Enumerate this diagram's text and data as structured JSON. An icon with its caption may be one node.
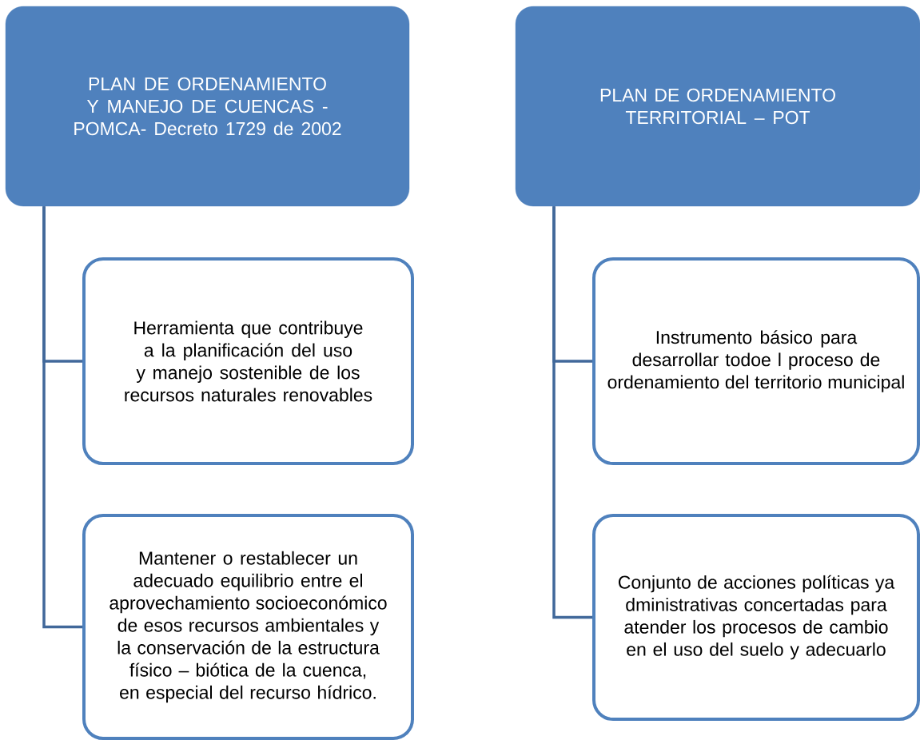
{
  "diagram": {
    "nodes": [
      {
        "text": [
          "PLAN DE ORDENAMIENTO Y MANEJO DE CUENCAS -POMCA- Decreto 1729 de 2002"
        ]
      },
      {
        "text": [
          "Herramienta que contribuye a la planificación del uso y manejo sostenible de los recursos naturales renovables"
        ]
      },
      {
        "text": [
          "Mantener o restablecer un adecuado equilibrio entre el aprovechamiento socioeconómico de esos recursos ambientales y la conservación de la estructura físico – biótica de la cuenca, en especial del recurso hídrico."
        ]
      },
      {
        "text": [
          "PLAN DE ORDENAMIENTO TERRITORIAL – POT"
        ]
      },
      {
        "text": [
          "Instrumento básico para desarrollar todoe l proceso de ordenamiento del territorio municipal"
        ]
      },
      {
        "text": [
          "Conjunto de acciones políticas ya dministrativas concertadas para atender los procesos de cambio en el uso del suelo y adecuarlo"
        ]
      }
    ],
    "edges": [
      {
        "from": 0,
        "to": 1,
        "arrow": "none"
      },
      {
        "from": 0,
        "to": 2,
        "arrow": "none"
      },
      {
        "from": 3,
        "to": 4,
        "arrow": "none"
      },
      {
        "from": 3,
        "to": 5,
        "arrow": "none"
      }
    ]
  }
}
